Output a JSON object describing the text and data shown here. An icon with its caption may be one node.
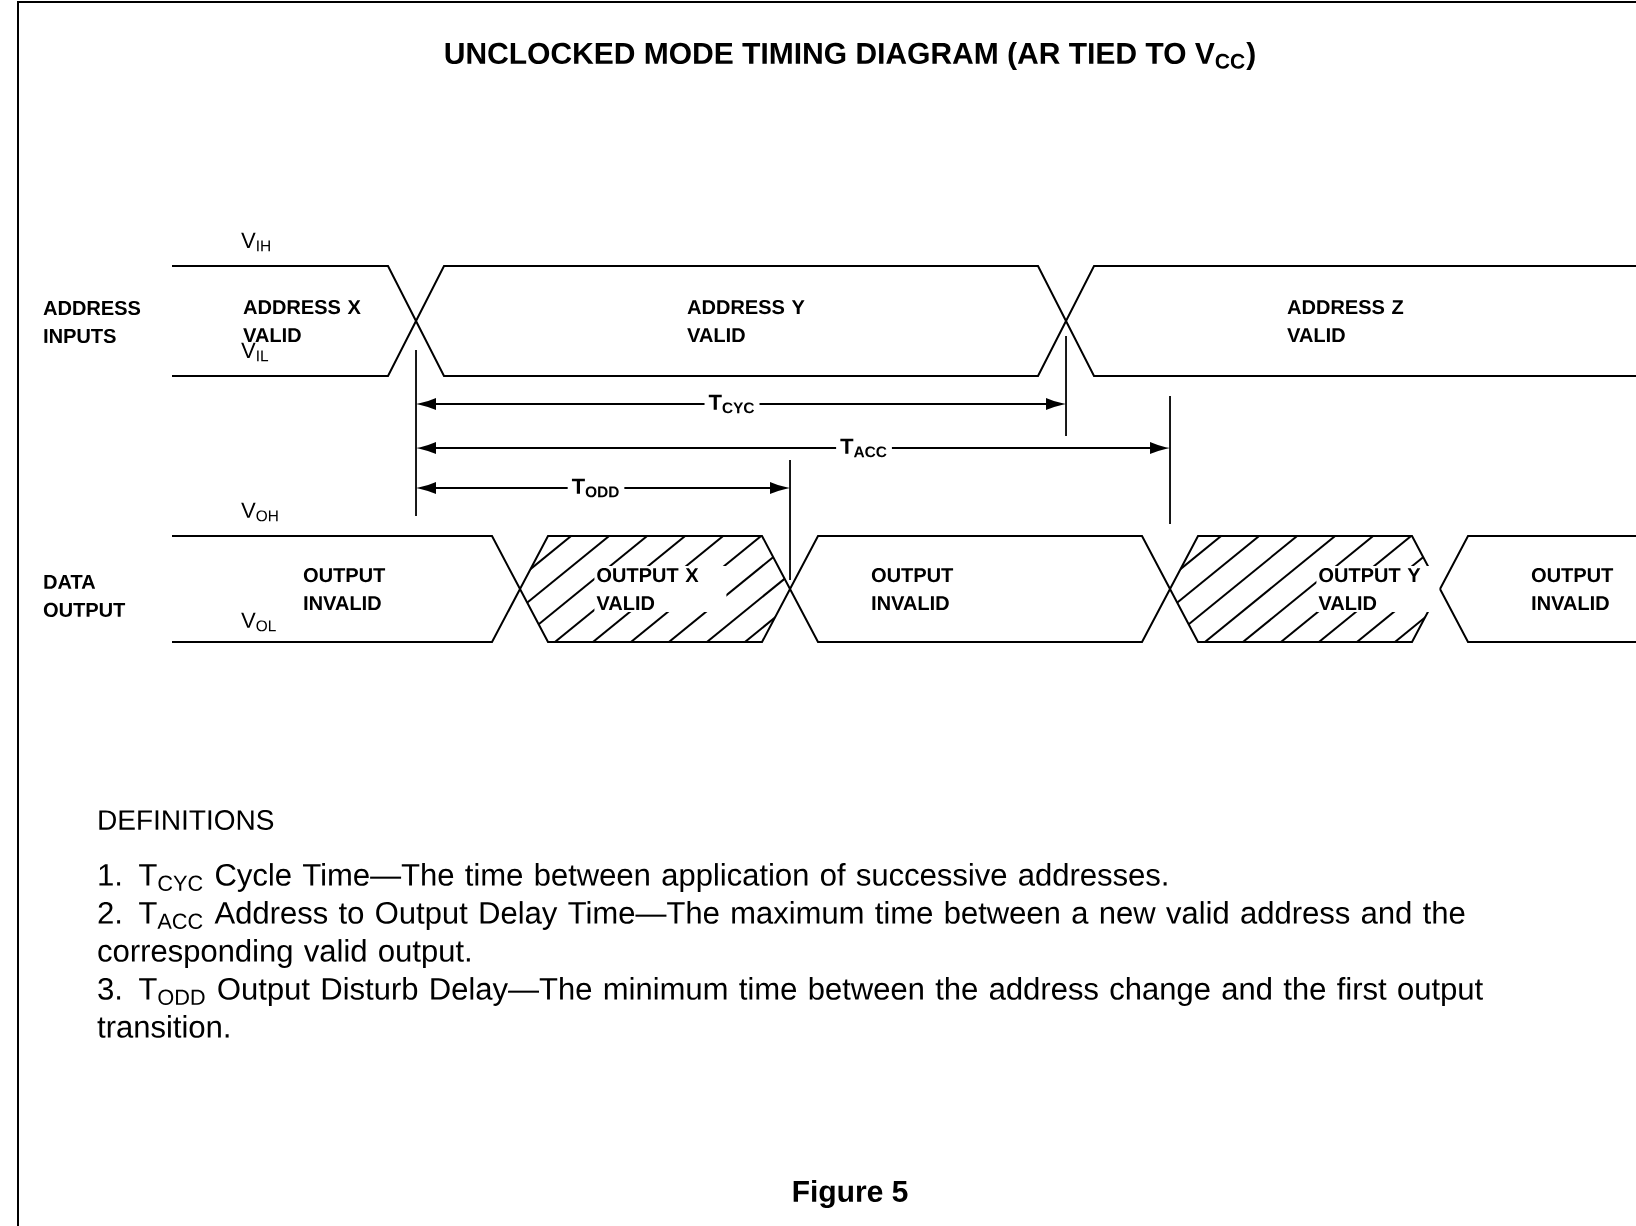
{
  "diagram": {
    "title": "UNCLOCKED MODE TIMING DIAGRAM (AR TIED TO V$_{CC}$)",
    "caption": "Figure 5",
    "nodes": [
      {
        "text": [
          "ADDRESS X VALID"
        ]
      },
      {
        "text": [
          "ADDRESS Y VALID"
        ]
      },
      {
        "text": [
          "ADDRESS Z VALID"
        ]
      },
      {
        "text": [
          "OUTPUT INVALID"
        ]
      },
      {
        "text": [
          "OUTPUT X VALID"
        ]
      },
      {
        "text": [
          "OUTPUT INVALID"
        ]
      },
      {
        "text": [
          "OUTPUT Y VALID"
        ]
      },
      {
        "text": [
          "OUTPUT INVALID"
        ]
      }
    ],
    "labels": [
      "V$_{IH}$",
      "ADDRESS INPUTS",
      "V$_{IL}$",
      "T$_{CYC}$",
      "T$_{ACC}$",
      "T$_{ODD}$",
      "V$_{OH}$",
      "DATA OUTPUT",
      "V$_{OL}$",
      "DEFINITIONS",
      "1. T$_{CYC}$ Cycle Time—The time between application of successive addresses.",
      "2. T$_{ACC}$ Address to Output Delay Time—The maximum time between a new valid address and the corresponding valid output.",
      "3. T$_{ODD}$ Output Disturb Delay—The minimum time between the address change and the first output transition."
    ]
  }
}
